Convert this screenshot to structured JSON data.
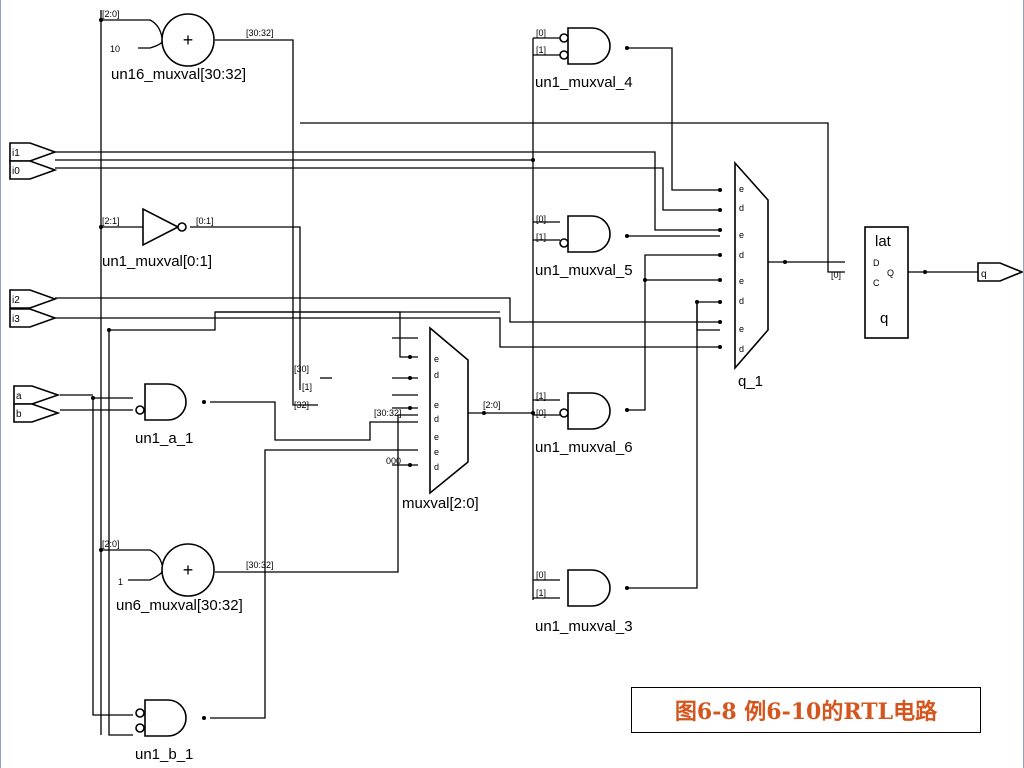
{
  "caption": "图6-8  例6-10的RTL电路",
  "inputs": [
    {
      "key": "i1",
      "label": "i1"
    },
    {
      "key": "i0",
      "label": "i0"
    },
    {
      "key": "i2",
      "label": "i2"
    },
    {
      "key": "i3",
      "label": "i3"
    },
    {
      "key": "a",
      "label": "a"
    },
    {
      "key": "b",
      "label": "b"
    }
  ],
  "output": {
    "label": "q"
  },
  "instances": {
    "adder_top": "un16_muxval[30:32]",
    "adder_bottom": "un6_muxval[30:32]",
    "inverter": "un1_muxval[0:1]",
    "and_a": "un1_a_1",
    "and_b": "un1_b_1",
    "and4": "un1_muxval_4",
    "and5": "un1_muxval_5",
    "and6": "un1_muxval_6",
    "and3": "un1_muxval_3",
    "mux_main": "muxval[2:0]",
    "mux_q": "q_1",
    "latch_out": "q"
  },
  "symbols": {
    "plus": "+",
    "latch_title": "lat",
    "latch_d": "D",
    "latch_c": "C",
    "latch_q": "Q",
    "mux_e": "e",
    "mux_d": "d"
  },
  "pins": {
    "slice_2_0": "[2:0]",
    "slice_30_32": "[30:32]",
    "slice_2_1": "[2:1]",
    "slice_0_1": "[0:1]",
    "bit0": "[0]",
    "bit1": "[1]",
    "bit30": "[30]",
    "bit32": "[32]",
    "const_10": "10",
    "const_1": "1",
    "const_000": "000"
  }
}
